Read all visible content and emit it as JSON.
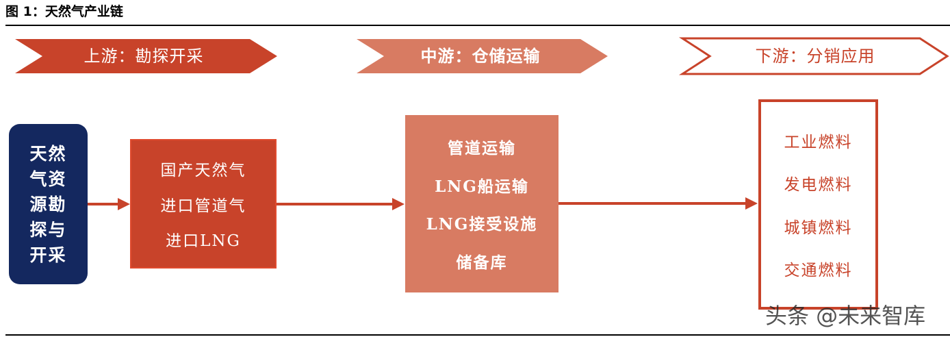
{
  "figure": {
    "title": "图 1：天然气产业链"
  },
  "stages": {
    "upstream": "上游：勘探开采",
    "midstream": "中游：仓储运输",
    "downstream": "下游：分销应用"
  },
  "resource": {
    "label": "天然气资源勘探与开采"
  },
  "supply": {
    "items": [
      "国产天然气",
      "进口管道气",
      "进口LNG"
    ]
  },
  "transport": {
    "items": [
      "管道运输",
      "LNG船运输",
      "LNG接受设施",
      "储备库"
    ]
  },
  "use": {
    "items": [
      "工业燃料",
      "发电燃料",
      "城镇燃料",
      "交通燃料"
    ]
  },
  "watermark": "头条 @未来智库",
  "colors": {
    "upstream_fill": "#c8432a",
    "midstream_fill": "#d87b62",
    "downstream_stroke": "#c8432a",
    "resource_fill": "#14285f",
    "arrow": "#c8432a"
  }
}
